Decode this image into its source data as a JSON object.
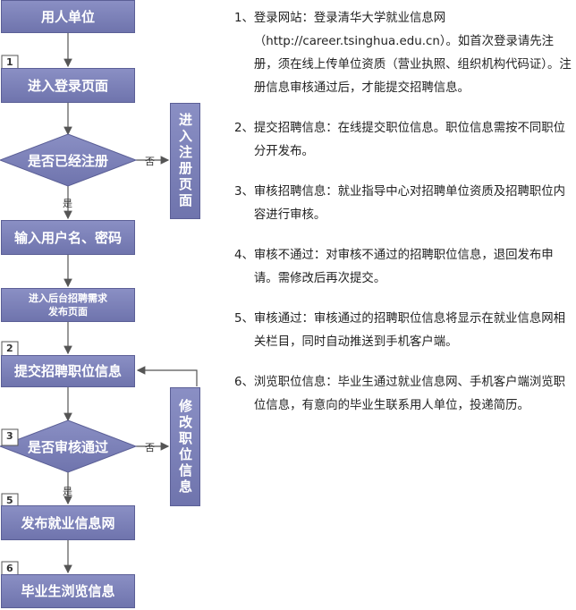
{
  "flow": {
    "start": "用人单位",
    "login_page": "进入登录页面",
    "registered_q": "是否已经注册",
    "register_page": "进入注册页面",
    "enter_credentials": "输入用户名、密码",
    "backend_page_line1": "进入后台招聘需求",
    "backend_page_line2": "发布页面",
    "submit_jobs": "提交招聘职位信息",
    "review_q": "是否审核通过",
    "modify_jobs": "修改职位信息",
    "publish": "发布就业信息网",
    "browse": "毕业生浏览信息",
    "yes": "是",
    "no": "否",
    "steps": [
      "1",
      "2",
      "3",
      "5",
      "6"
    ]
  },
  "items": [
    {
      "num": "1、",
      "text": "登录网站：登录清华大学就业信息网（http://career.tsinghua.edu.cn）。如首次登录请先注册，须在线上传单位资质（营业执照、组织机构代码证）。注册信息审核通过后，才能提交招聘信息。"
    },
    {
      "num": "2、",
      "text": "提交招聘信息：在线提交职位信息。职位信息需按不同职位分开发布。"
    },
    {
      "num": "3、",
      "text": "审核招聘信息：就业指导中心对招聘单位资质及招聘职位内容进行审核。"
    },
    {
      "num": "4、",
      "text": "审核不通过：对审核不通过的招聘职位信息，退回发布申请。需修改后再次提交。"
    },
    {
      "num": "5、",
      "text": "审核通过：审核通过的招聘职位信息将显示在就业信息网相关栏目，同时自动推送到手机客户端。"
    },
    {
      "num": "6、",
      "text": "浏览职位信息：毕业生通过就业信息网、手机客户端浏览职位信息，有意向的毕业生联系用人单位，投递简历。"
    }
  ],
  "colors": {
    "node_fill": "#7a7fb8",
    "node_border": "#5b5f96",
    "line": "#555555"
  }
}
